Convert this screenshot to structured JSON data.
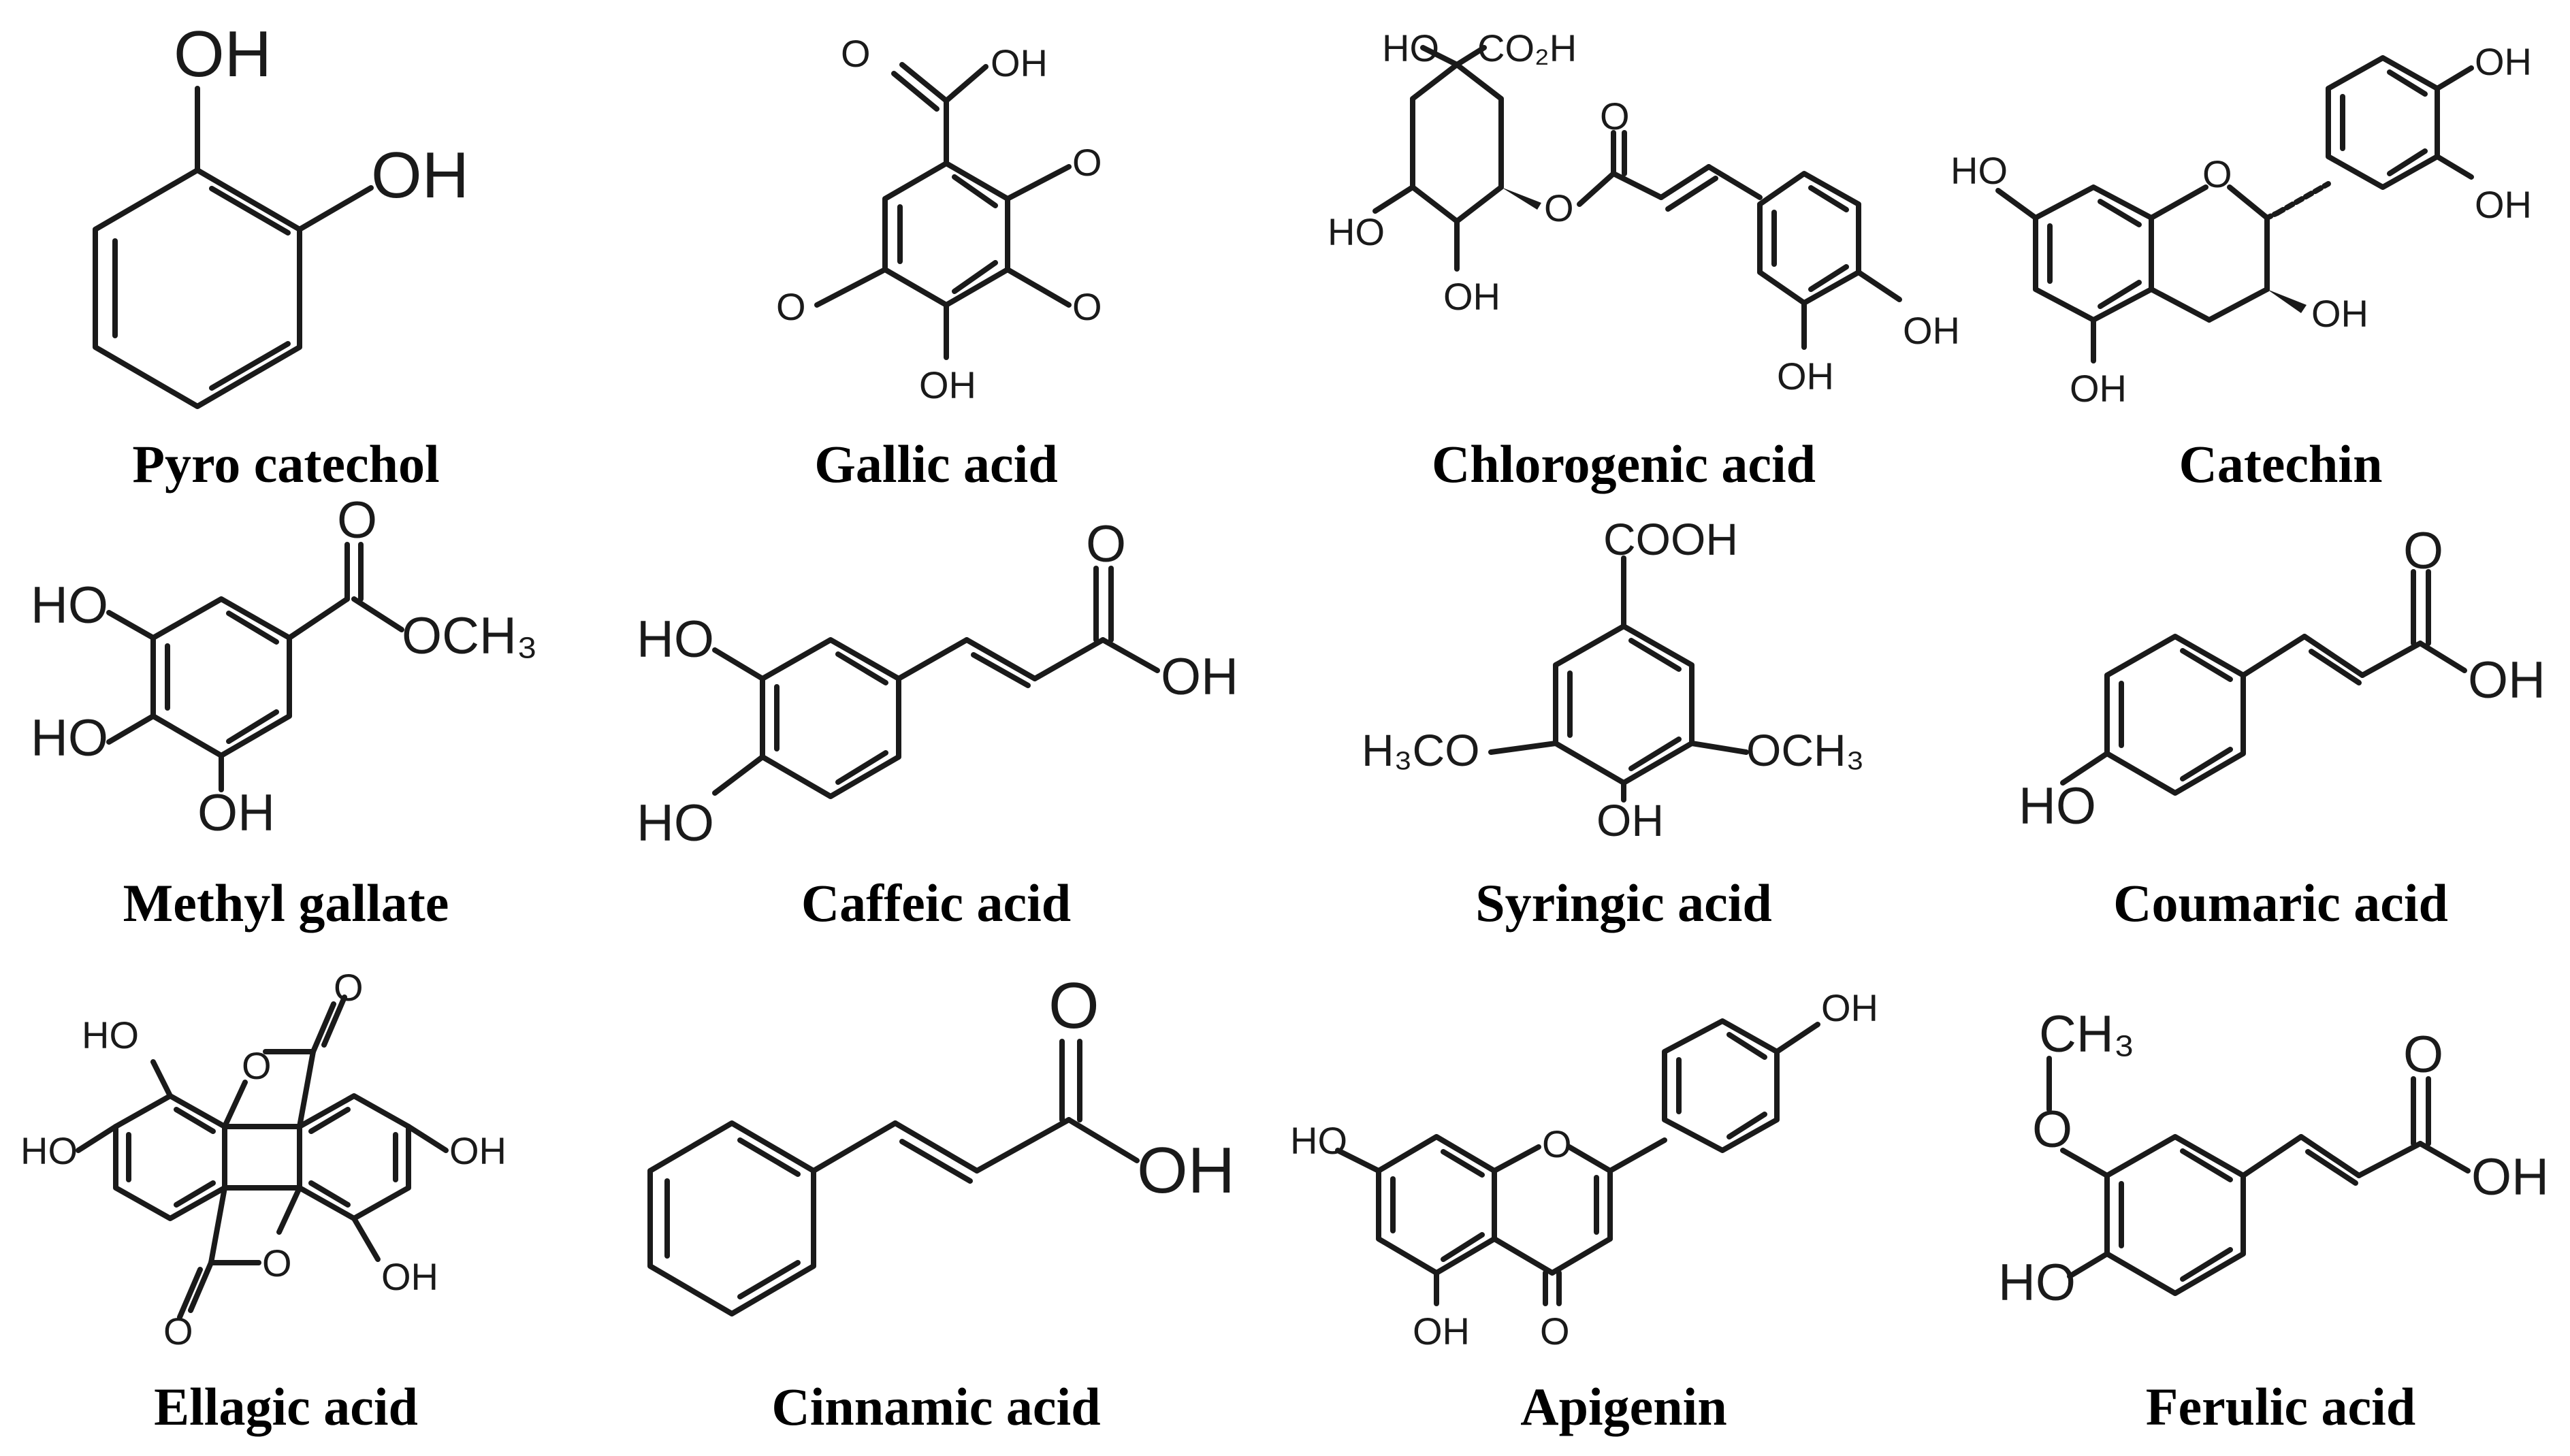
{
  "compounds": [
    {
      "name": "Pyro catechol",
      "labels": [
        "OH",
        "OH"
      ]
    },
    {
      "name": "Gallic acid",
      "labels": [
        "O",
        "OH",
        "O",
        "O",
        "O",
        "OH"
      ]
    },
    {
      "name": "Chlorogenic acid",
      "labels": [
        "HO",
        "CO₂H",
        "HO",
        "OH",
        "O",
        "O",
        "OH",
        "OH"
      ]
    },
    {
      "name": "Catechin",
      "labels": [
        "HO",
        "O",
        "OH",
        "OH",
        "OH",
        "OH"
      ]
    },
    {
      "name": "Methyl gallate",
      "labels": [
        "O",
        "OCH₃",
        "HO",
        "HO",
        "OH"
      ]
    },
    {
      "name": "Caffeic acid",
      "labels": [
        "O",
        "OH",
        "HO",
        "HO"
      ]
    },
    {
      "name": "Syringic acid",
      "labels": [
        "COOH",
        "H₃CO",
        "OCH₃",
        "OH"
      ]
    },
    {
      "name": "Coumaric acid",
      "labels": [
        "O",
        "OH",
        "HO"
      ]
    },
    {
      "name": "Ellagic acid",
      "labels": [
        "O",
        "HO",
        "O",
        "HO",
        "OH",
        "OH",
        "O",
        "O"
      ]
    },
    {
      "name": "Cinnamic acid",
      "labels": [
        "O",
        "OH"
      ]
    },
    {
      "name": "Apigenin",
      "labels": [
        "OH",
        "HO",
        "O",
        "OH",
        "O"
      ]
    },
    {
      "name": "Ferulic acid",
      "labels": [
        "CH₃",
        "O",
        "O",
        "OH",
        "HO"
      ]
    }
  ]
}
